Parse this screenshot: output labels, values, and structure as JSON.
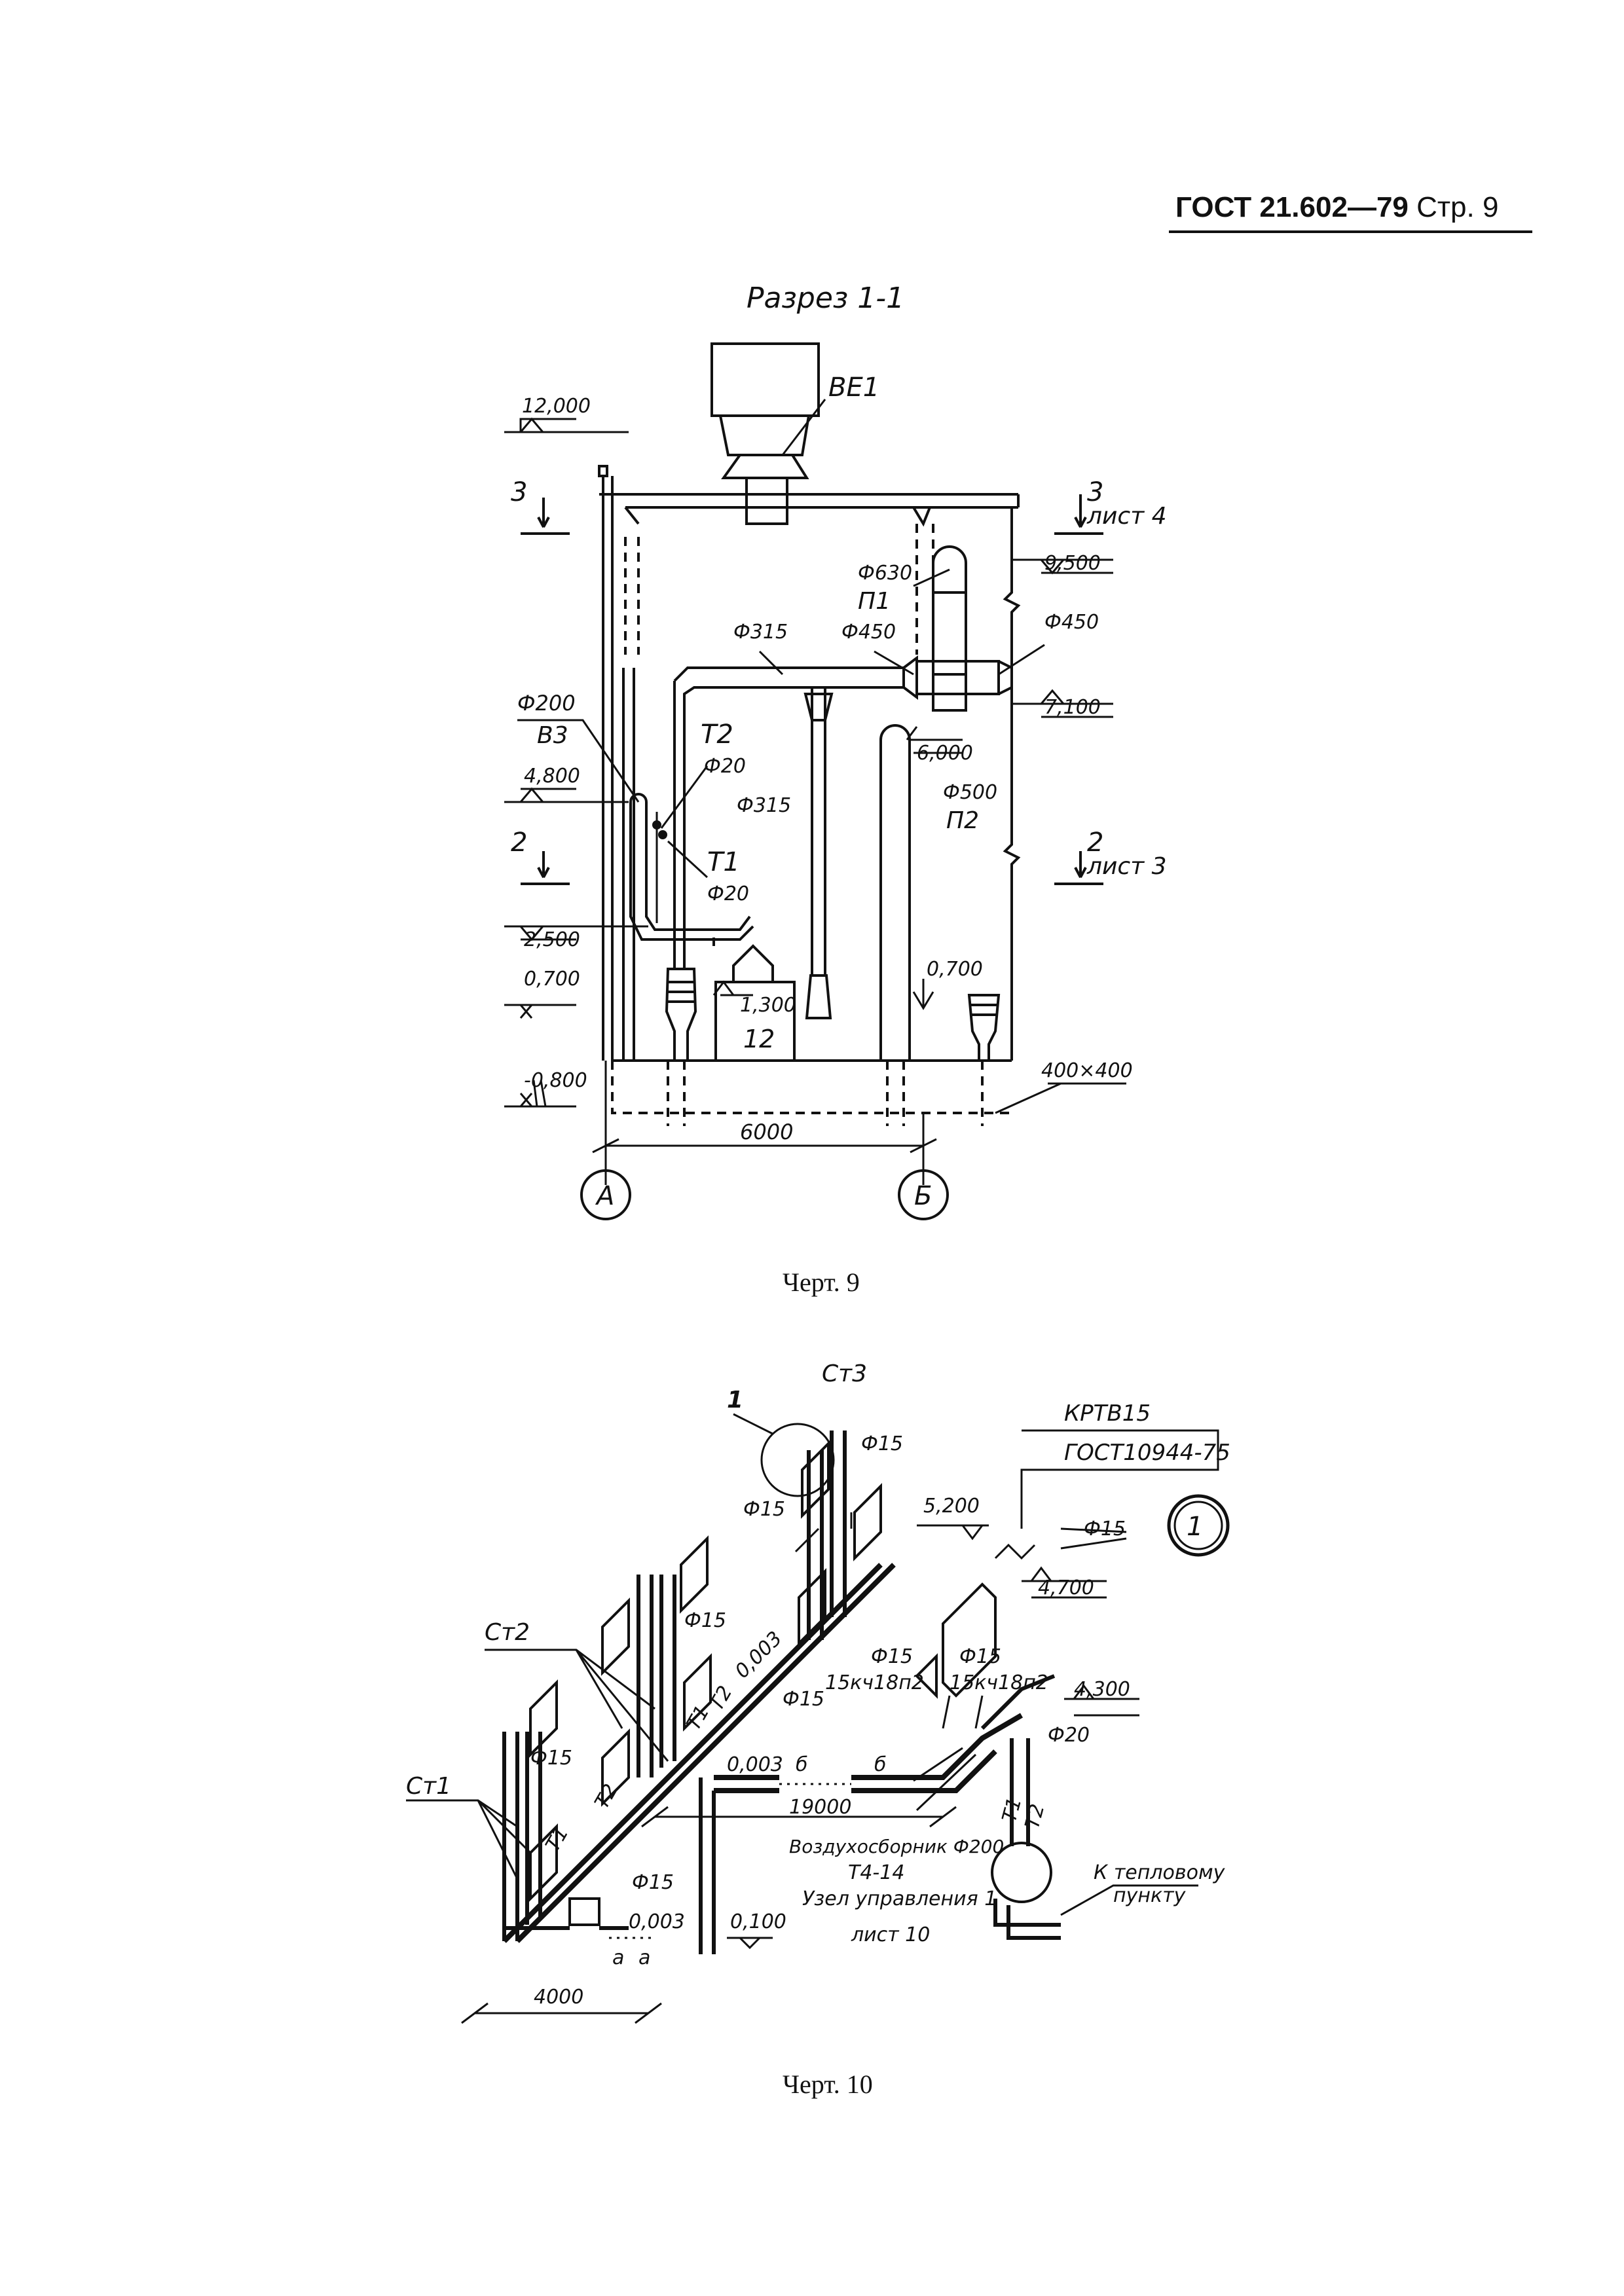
{
  "header": {
    "standard": "ГОСТ 21.602—79",
    "page": "Стр. 9"
  },
  "drawing9": {
    "title": "Разрез 1-1",
    "caption": "Черт. 9",
    "elevations": [
      "12,000",
      "4,800",
      "2,500",
      "0,700",
      "-0,800",
      "9,500",
      "7,100",
      "6,000",
      "1,300",
      "0,700"
    ],
    "labels": {
      "be1": "ВЕ1",
      "sec3": "3",
      "sheet4": "лист 4",
      "sec2": "2",
      "sheet3": "лист 3",
      "d630": "Ф630",
      "p1": "П1",
      "d315a": "Ф315",
      "d450a": "Ф450",
      "d450b": "Ф450",
      "d200": "Ф200",
      "v3": "В3",
      "t2": "Т2",
      "d20a": "Ф20",
      "d315b": "Ф315",
      "t1": "Т1",
      "d20b": "Ф20",
      "d500": "Ф500",
      "p2": "П2",
      "n12": "12",
      "size": "400×400",
      "span": "6000",
      "axisA": "А",
      "axisB": "Б"
    }
  },
  "drawing10": {
    "caption": "Черт. 10",
    "labels": {
      "st3": "Ст3",
      "n1": "1",
      "d15a": "Ф15",
      "d15b": "Ф15",
      "krtv": "КРТВ15",
      "gost": "ГОСТ10944-75",
      "el5200": "5,200",
      "d15c": "Ф15",
      "el4700": "4,700",
      "st2": "Ст2",
      "d15d": "Ф15",
      "slope1": "0,003",
      "d15e": "Ф15",
      "d15f": "Ф15",
      "valve1": "15кч18п2",
      "d15g": "Ф15",
      "valve2": "15кч18п2",
      "el4300": "4,300",
      "d20": "Ф20",
      "st1": "Ст1",
      "d15h": "Ф15",
      "slope2": "0,003",
      "b1": "б",
      "b2": "б",
      "len19000": "19000",
      "air": "Воздухосборник  Ф200",
      "t414": "Т4-14",
      "node": "Узел управления 1",
      "sheet10": "лист 10",
      "toHeat": "К тепловому",
      "point": "пункту",
      "d15i": "Ф15",
      "el0100": "0,100",
      "slope3": "0,003",
      "a1": "а",
      "a2": "а",
      "len4000": "4000",
      "t1": "Т1",
      "t2": "Т2",
      "t1b": "Т1",
      "t2b": "Т2",
      "t1c": "Т1",
      "t2c": "Т2"
    }
  }
}
